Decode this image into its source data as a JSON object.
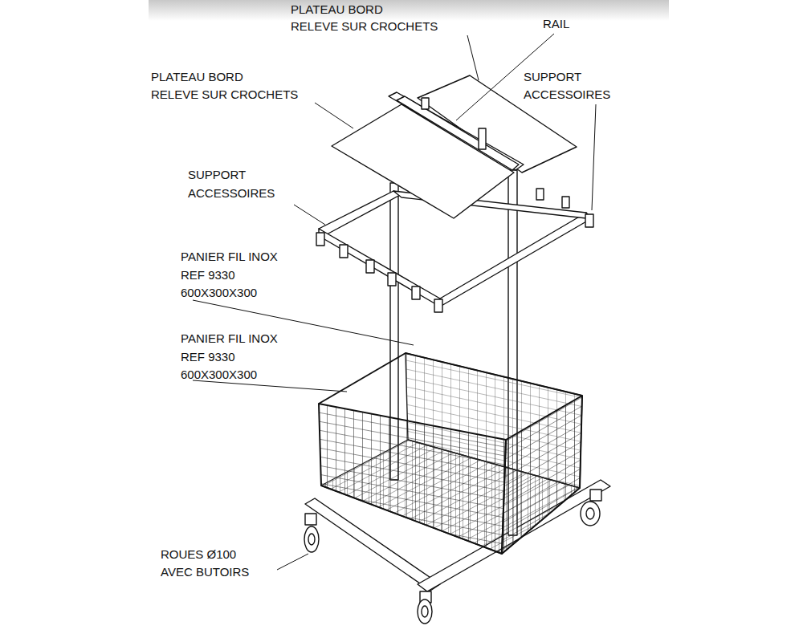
{
  "diagram": {
    "labels": [
      "PLATEAU BORD",
      "RELEVE SUR CROCHETS",
      "RAIL",
      "PLATEAU BORD",
      "RELEVE SUR CROCHETS",
      "SUPPORT",
      "ACCESSOIRES",
      "SUPPORT",
      "ACCESSOIRES",
      "PANIER FIL INOX",
      "REF 9330",
      "600X300X300",
      "PANIER FIL INOX",
      "REF 9330",
      "600X300X300",
      "ROUES Ø100",
      "AVEC BUTOIRS"
    ]
  }
}
